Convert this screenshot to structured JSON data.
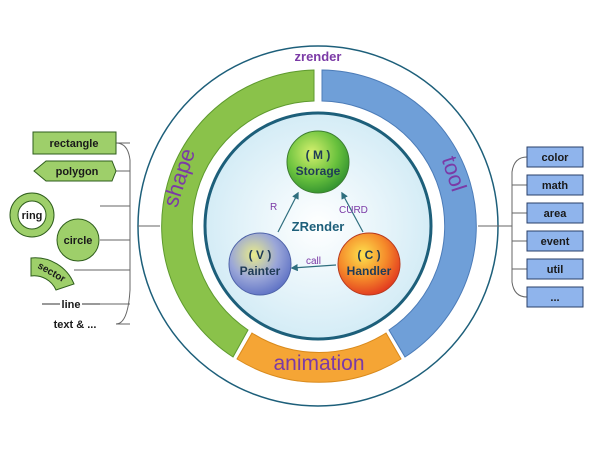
{
  "outer_label": "zrender",
  "core": {
    "title": "ZRender",
    "storage": {
      "tag": "( M )",
      "name": "Storage"
    },
    "painter": {
      "tag": "( V )",
      "name": "Painter"
    },
    "handler": {
      "tag": "( C )",
      "name": "Handler"
    },
    "edges": {
      "r": "R",
      "curd": "CURD",
      "call": "call"
    }
  },
  "arcs": {
    "shape": "shape",
    "tool": "tool",
    "animation": "animation"
  },
  "shapes": {
    "rectangle": "rectangle",
    "polygon": "polygon",
    "ring": "ring",
    "circle": "circle",
    "sector": "sector",
    "line": "line",
    "text": "text & ..."
  },
  "tools": [
    "color",
    "math",
    "area",
    "event",
    "util",
    "..."
  ],
  "colors": {
    "shape_green": "#8ac24a",
    "tool_blue": "#6f9fd8",
    "animation_orange": "#f5a535",
    "label_purple": "#7b3aa6",
    "core_ring": "#1d5f7a",
    "shape_box": "#9ecf6a",
    "tool_box": "#8fb4ec"
  }
}
